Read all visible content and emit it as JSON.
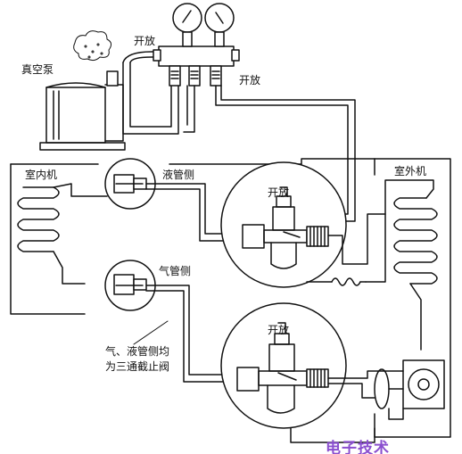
{
  "labels": {
    "vacuum_pump": "真空泵",
    "open_top_left": "开放",
    "open_top_right": "开放",
    "indoor_unit": "室内机",
    "outdoor_unit": "室外机",
    "liquid_side": "液管侧",
    "gas_side": "气管侧",
    "open_upper_valve": "开放",
    "open_lower_valve": "开放",
    "note_line1": "气、液管侧均",
    "note_line2": "为三通截止阀"
  },
  "watermark": "电子技术"
}
